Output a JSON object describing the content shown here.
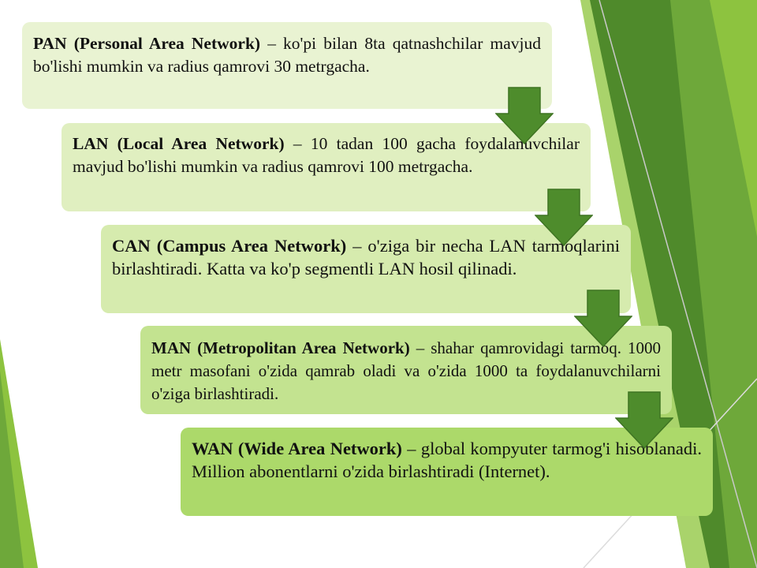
{
  "colors": {
    "box1": "#e9f3d2",
    "box2": "#e0efc0",
    "box3": "#d6ebae",
    "box4": "#c3e390",
    "box5": "#acd96a",
    "arrow": "#4e8c2c",
    "arrow_stroke": "#3f7423",
    "stripe_dark": "#4f8a2b",
    "stripe_mid": "#6ea83a",
    "stripe_light": "#8dc33f"
  },
  "boxes": [
    {
      "term": "PAN (Personal Area Network)",
      "desc": " – ko'pi bilan 8ta qatnashchilar mavjud bo'lishi mumkin va radius qamrovi 30 metrgacha."
    },
    {
      "term": "LAN (Local Area Network)",
      "desc": " – 10 tadan 100 gacha foydalanuvchilar mavjud bo'lishi mumkin va radius qamrovi 100 metrgacha."
    },
    {
      "term": "CAN (Campus Area Network)",
      "desc": " – o'ziga bir necha LAN tarmoqlarini birlashtiradi. Katta va ko'p segmentli LAN hosil qilinadi."
    },
    {
      "term": "MAN (Metropolitan Area Network)",
      "desc": " – shahar qamrovidagi tarmoq. 1000 metr masofani o'zida qamrab oladi va o'zida 1000 ta foydalanuvchilarni o'ziga birlashtiradi."
    },
    {
      "term": "WAN (Wide Area Network)",
      "desc": " – global kompyuter tarmog'i hisoblanadi. Million abonentlarni o'zida birlashtiradi (Internet)."
    }
  ],
  "arrow_icon": "down-arrow-icon"
}
